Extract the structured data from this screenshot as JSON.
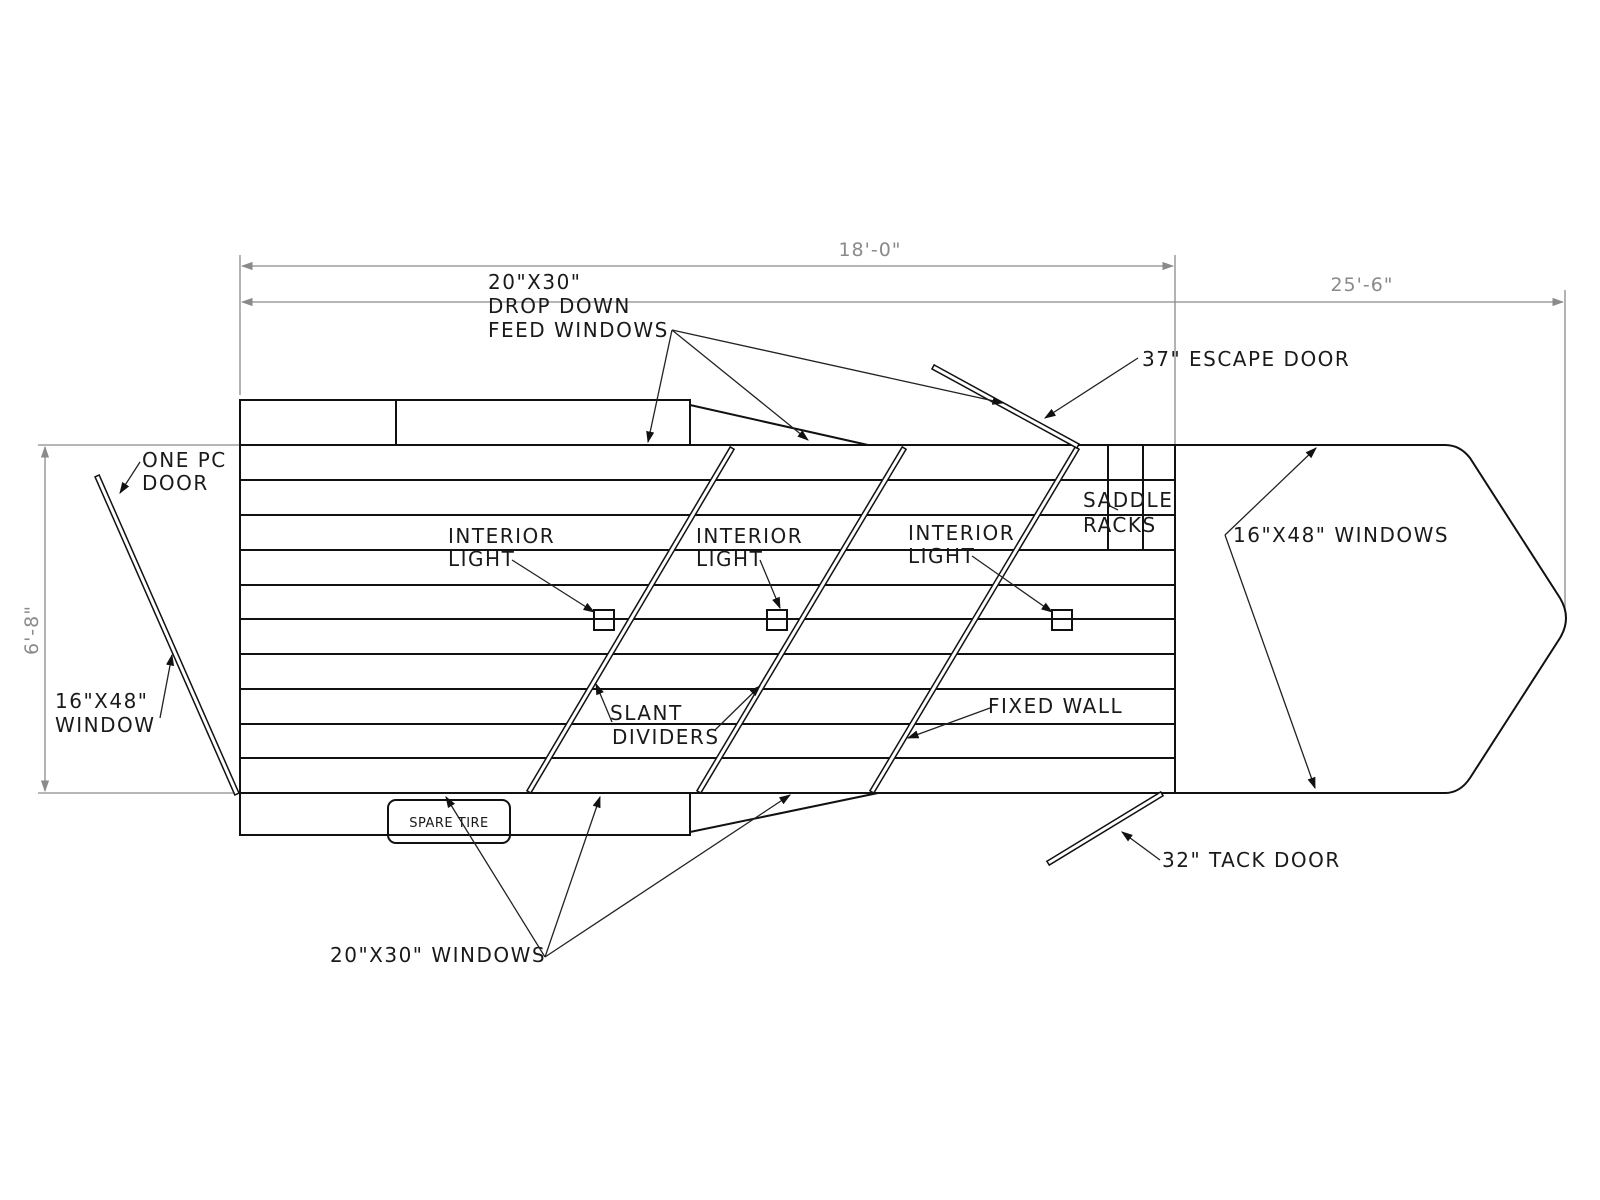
{
  "dimensions": {
    "length_box": "18'-0\"",
    "length_total": "25'-6\"",
    "width": "6'-8\""
  },
  "labels": {
    "feed_windows": [
      "20\"X30\"",
      "DROP DOWN",
      "FEED WINDOWS"
    ],
    "escape_door": "37\" ESCAPE DOOR",
    "one_pc_door": [
      "ONE PC",
      "DOOR"
    ],
    "saddle_racks": [
      "SADDLE",
      "RACKS"
    ],
    "nose_windows": "16\"X48\" WINDOWS",
    "interior_light_1": [
      "INTERIOR",
      "LIGHT"
    ],
    "interior_light_2": [
      "INTERIOR",
      "LIGHT"
    ],
    "interior_light_3": [
      "INTERIOR",
      "LIGHT"
    ],
    "rear_window": [
      "16\"X48\"",
      "WINDOW"
    ],
    "slant_dividers": [
      "SLANT",
      "DIVIDERS"
    ],
    "fixed_wall": "FIXED WALL",
    "spare_tire": "SPARE TIRE",
    "tack_door": "32\" TACK  DOOR",
    "side_windows": "20\"X30\" WINDOWS"
  }
}
